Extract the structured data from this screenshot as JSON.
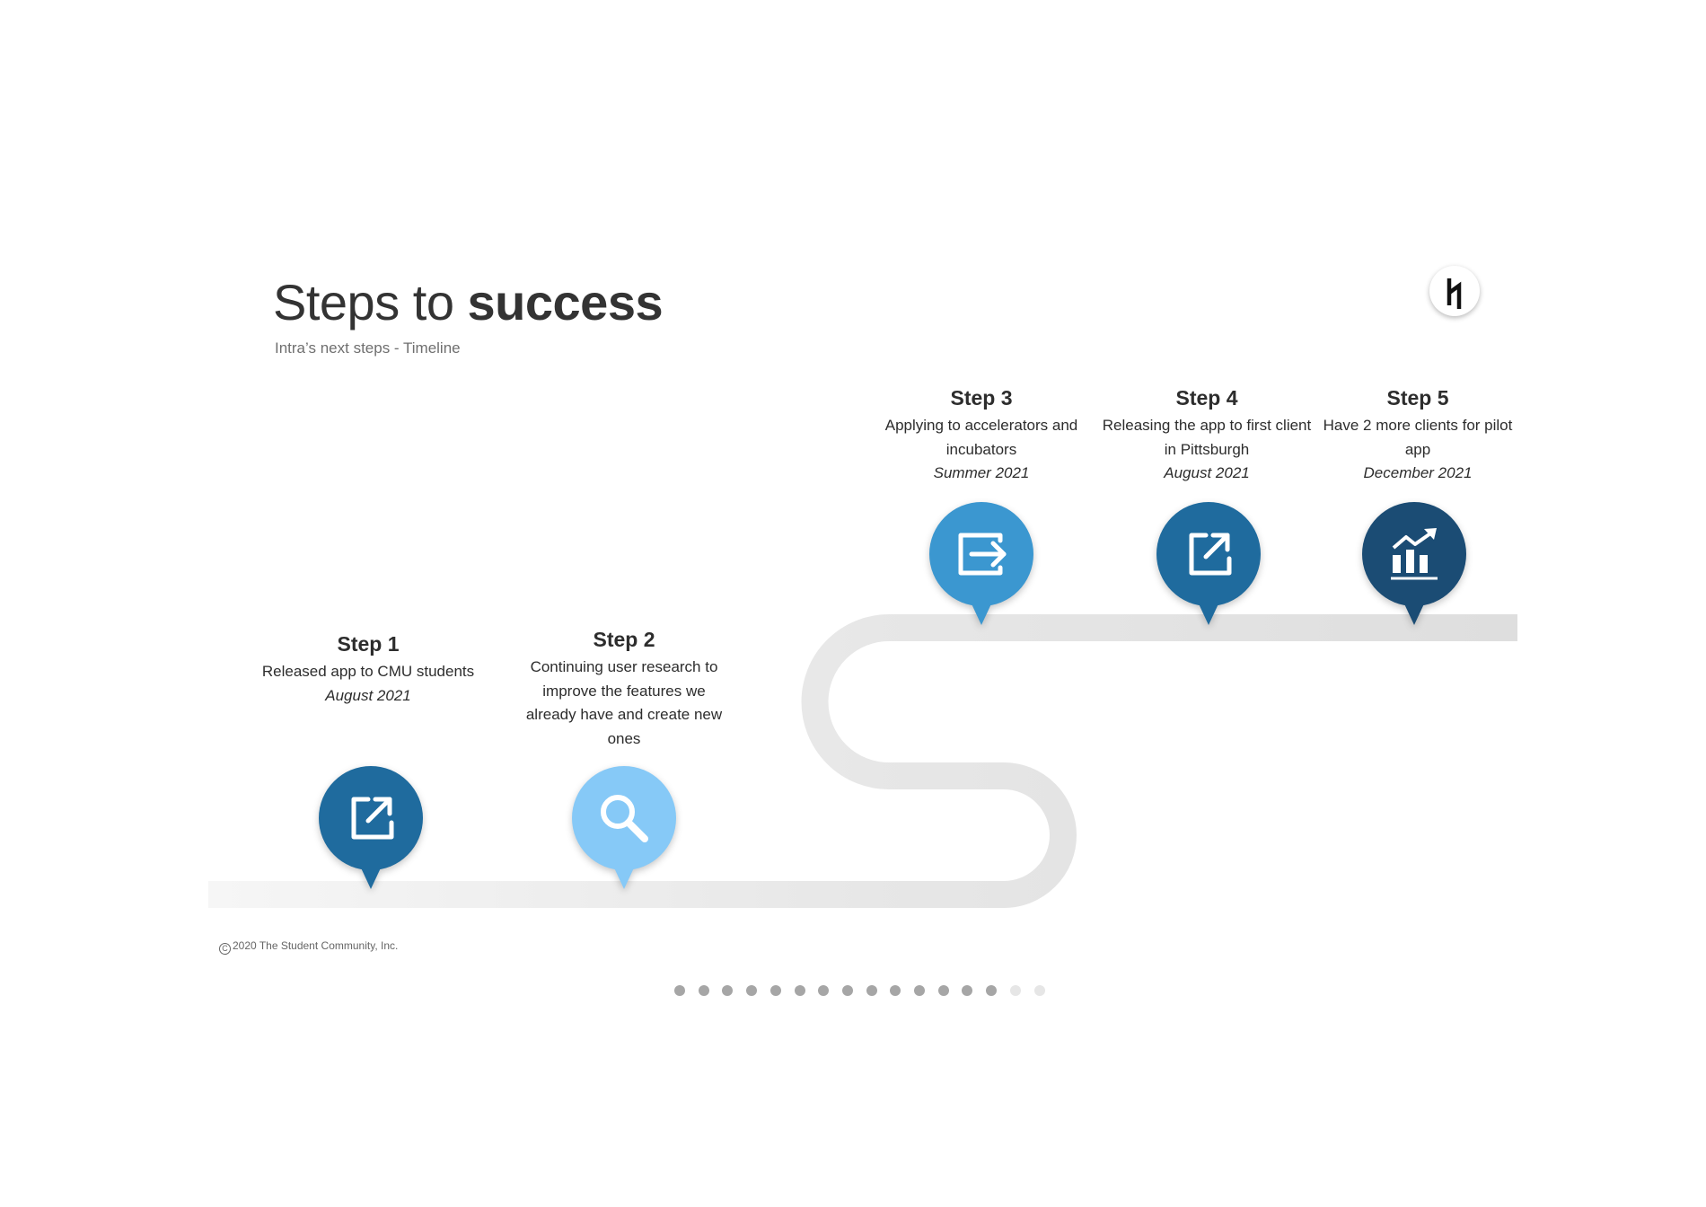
{
  "header": {
    "title_regular": "Steps to ",
    "title_bold": "success",
    "subtitle": "Intra’s next steps - Timeline"
  },
  "steps": [
    {
      "title": "Step 1",
      "description": "Released app to CMU students",
      "date": "August 2021",
      "icon": "external-link-icon",
      "color": "#1f6b9e"
    },
    {
      "title": "Step 2",
      "description": "Continuing user research to improve the features we already have and create new ones",
      "date": "",
      "icon": "search-icon",
      "color": "#86c9f7"
    },
    {
      "title": "Step 3",
      "description": "Applying to accelerators and incubators",
      "date": "Summer 2021",
      "icon": "exit-arrow-icon",
      "color": "#3b97d0"
    },
    {
      "title": "Step 4",
      "description": "Releasing the app to first client in Pittsburgh",
      "date": "August 2021",
      "icon": "external-link-icon",
      "color": "#1f6b9e"
    },
    {
      "title": "Step 5",
      "description": "Have 2 more clients for pilot app",
      "date": "December 2021",
      "icon": "growth-chart-icon",
      "color": "#1b4c74"
    }
  ],
  "footer": {
    "copyright_symbol": "C",
    "copyright": "2020 The Student Community, Inc."
  },
  "pagination": {
    "total": 16,
    "current": 14
  },
  "colors": {
    "road": "#e9e9e9",
    "text": "#2d2d2d"
  }
}
